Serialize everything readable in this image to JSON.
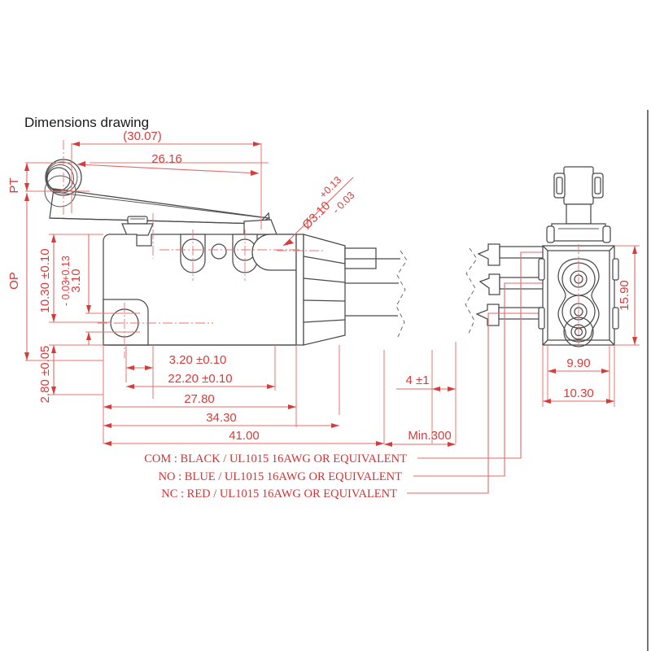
{
  "page": {
    "title": "Dimensions drawing",
    "accent_red": "#d93a3a",
    "line_red": "#e8756f",
    "outline_gray": "#4a4a4a"
  },
  "front_view": {
    "labels": {
      "pt": "PT",
      "op": "OP"
    },
    "dimensions": {
      "overall_lever_paren": "(30.07)",
      "lever_length": "26.16",
      "hole_dia": "Ø3.10",
      "hole_dia_tol_upper": "+0.13",
      "hole_dia_tol_lower": "- 0.03",
      "height_1030": "10.30 ±0.10",
      "dia_310": "3.10",
      "dia_310_tol_upper": "+0.13",
      "dia_310_tol_lower": "- 0.03",
      "height_280": "2.80 ±0.05",
      "width_320": "3.20 ±0.10",
      "width_2220": "22.20 ±0.10",
      "width_2780": "27.80",
      "width_3430": "34.30",
      "width_4100": "41.00",
      "terminal_4": "4 ±1",
      "lead_min": "Min.300"
    }
  },
  "side_view": {
    "dimensions": {
      "height_1590": "15.90",
      "width_990": "9.90",
      "width_1030": "10.30"
    }
  },
  "wiring_legend": [
    {
      "key": "COM",
      "text": "COM : BLACK / UL1015 16AWG OR EQUIVALENT"
    },
    {
      "key": "NO",
      "text": "NO : BLUE / UL1015 16AWG OR EQUIVALENT"
    },
    {
      "key": "NC",
      "text": "NC : RED / UL1015 16AWG OR EQUIVALENT"
    }
  ]
}
